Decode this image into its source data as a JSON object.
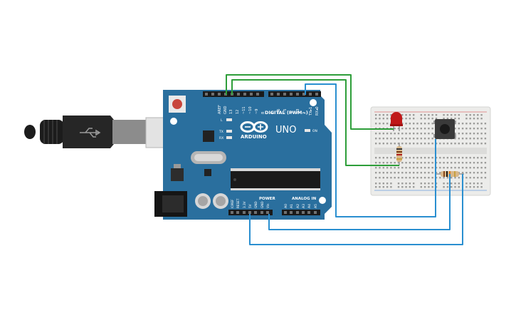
{
  "board": {
    "logo_text": "ARDUINO",
    "model": "UNO",
    "digital_label": "DIGITAL (PWM~)",
    "power_label": "POWER",
    "analog_label": "ANALOG IN",
    "on_label": "ON",
    "led_l": "L",
    "led_tx": "TX",
    "led_rx": "RX",
    "top_pin_labels": [
      "AREF",
      "GND",
      "13",
      "12",
      "~11",
      "~10",
      "~9",
      "8",
      "7",
      "~6",
      "~5",
      "4",
      "~3",
      "2",
      "TX▸1",
      "RX◂0"
    ],
    "power_pin_labels": [
      "IOREF",
      "RESET",
      "3.3V",
      "5V",
      "GND",
      "GND",
      "Vin"
    ],
    "analog_pin_labels": [
      "A0",
      "A1",
      "A2",
      "A3",
      "A4",
      "A5"
    ]
  },
  "colors": {
    "board": "#2a6f9e",
    "wire_green": "#2e9e3a",
    "wire_blue": "#2a8fd0",
    "breadboard": "#ececea",
    "led": "#c01818",
    "reset_button": "#c8463c"
  },
  "components": [
    "usb-cable",
    "arduino-uno",
    "breadboard",
    "red-led",
    "resistor",
    "pushbutton"
  ]
}
